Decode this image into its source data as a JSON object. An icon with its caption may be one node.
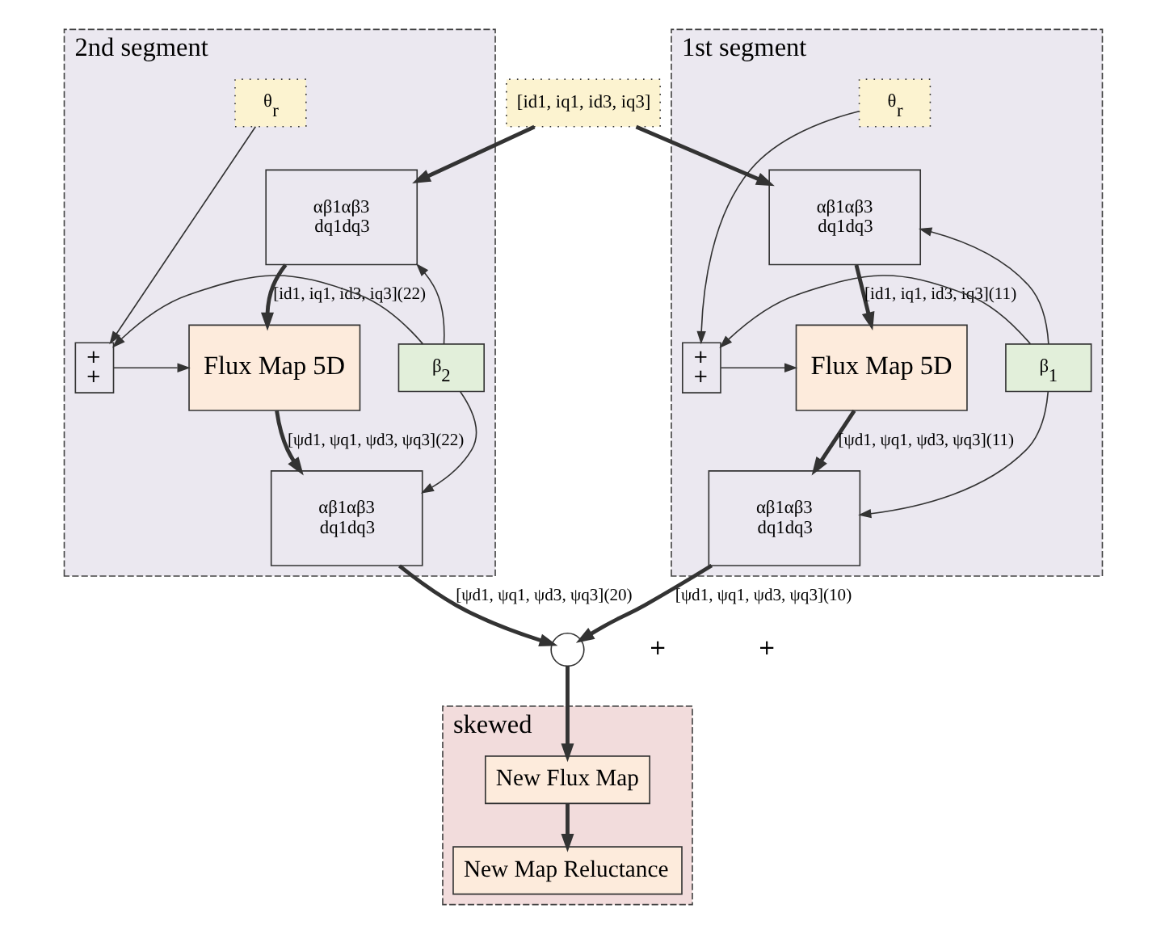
{
  "diagram": {
    "nodes": [
      {
        "text": [
          "[id1, iq1, id3, iq3]"
        ]
      },
      {
        "text": [
          "2nd segment"
        ]
      },
      {
        "text": [
          "αβ1αβ3",
          "dq1dq3"
        ],
        "in": 1
      },
      {
        "text": [
          "β$_{2}$"
        ],
        "in": 1
      },
      {
        "text": [
          "+",
          "+"
        ],
        "in": 1
      },
      {
        "text": [
          "θ$_{r}$"
        ],
        "in": 1
      },
      {
        "text": [
          "Flux Map 5D"
        ],
        "in": 1
      },
      {
        "text": [
          "αβ1αβ3",
          "dq1dq3"
        ],
        "in": 1
      },
      {
        "text": [
          "1st segment"
        ]
      },
      {
        "text": [
          "αβ1αβ3",
          "dq1dq3"
        ],
        "in": 8
      },
      {
        "text": [
          "Flux Map 5D"
        ],
        "in": 8
      },
      {
        "text": [
          "+",
          "+"
        ],
        "in": 8
      },
      {
        "text": [
          "β$_{1}$"
        ],
        "in": 8
      },
      {
        "text": [
          "θ$_{r}$"
        ],
        "in": 8
      },
      {
        "text": [
          "αβ1αβ3",
          "dq1dq3"
        ],
        "in": 8
      },
      {
        "text": [],
        "shape": "circle"
      },
      {
        "text": [
          "skewed"
        ]
      },
      {
        "text": [
          "New Flux Map"
        ],
        "in": 16
      },
      {
        "text": [
          "New Map Reluctance"
        ],
        "in": 16
      }
    ],
    "edges": [
      {
        "from": 0,
        "to": 2,
        "arrow": "to",
        "style": "thick"
      },
      {
        "from": 0,
        "to": 9,
        "arrow": "to",
        "style": "thick"
      },
      {
        "from": 3,
        "to": 2,
        "arrow": "to"
      },
      {
        "from": 2,
        "to": 6,
        "arrow": "to",
        "style": "thick",
        "label": "[id1, iq1, id3, iq3](22)"
      },
      {
        "from": 3,
        "to": 4,
        "arrow": "to"
      },
      {
        "from": 5,
        "to": 4,
        "arrow": "to"
      },
      {
        "from": 4,
        "to": 6,
        "arrow": "to"
      },
      {
        "from": 6,
        "to": 7,
        "arrow": "to",
        "style": "thick",
        "label": "[ψd1, ψq1, ψd3, ψq3](22)"
      },
      {
        "from": 3,
        "to": 7,
        "arrow": "to"
      },
      {
        "from": 7,
        "to": 15,
        "arrow": "to",
        "style": "thick",
        "label": "[ψd1, ψq1, ψd3, ψq3](20)"
      },
      {
        "from": 12,
        "to": 9,
        "arrow": "to"
      },
      {
        "from": 9,
        "to": 10,
        "arrow": "to",
        "style": "thick",
        "label": "[id1, iq1, id3, iq3](11)"
      },
      {
        "from": 12,
        "to": 11,
        "arrow": "to"
      },
      {
        "from": 13,
        "to": 11,
        "arrow": "to"
      },
      {
        "from": 11,
        "to": 10,
        "arrow": "to"
      },
      {
        "from": 10,
        "to": 14,
        "arrow": "to",
        "style": "thick",
        "label": "[ψd1, ψq1, ψd3, ψq3](11)"
      },
      {
        "from": 12,
        "to": 14,
        "arrow": "to"
      },
      {
        "from": 14,
        "to": 15,
        "arrow": "to",
        "style": "thick",
        "label": "[ψd1, ψq1, ψd3, ψq3](10)"
      },
      {
        "from": 15,
        "to": 17,
        "arrow": "to",
        "style": "thick"
      },
      {
        "from": 17,
        "to": 18,
        "arrow": "to",
        "style": "thick"
      }
    ],
    "labels": [
      "+",
      "+"
    ]
  }
}
